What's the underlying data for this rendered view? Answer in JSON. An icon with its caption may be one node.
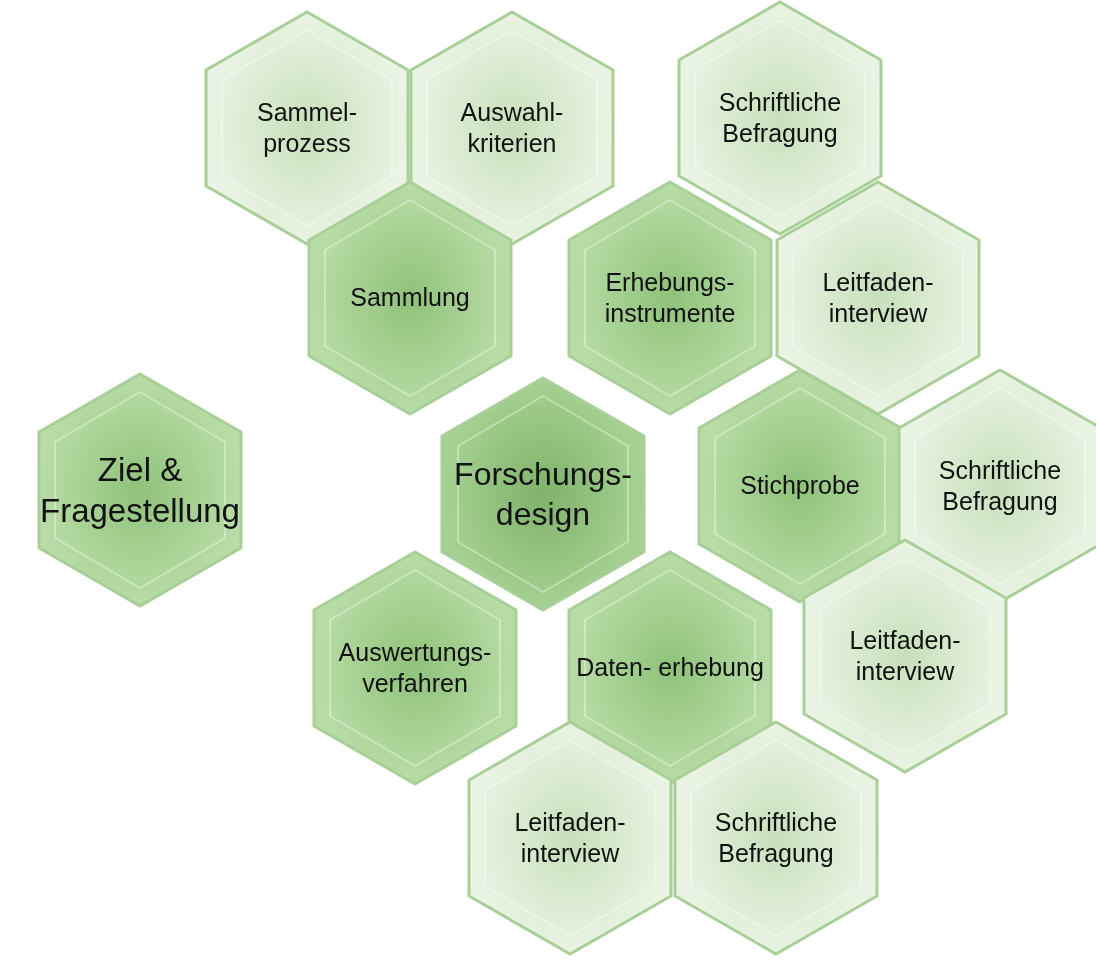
{
  "diagram": {
    "nodes": [
      {
        "text": [
          "Sammel- prozess"
        ]
      },
      {
        "text": [
          "Auswahl- kriterien"
        ]
      },
      {
        "text": [
          "Schriftliche Befragung"
        ]
      },
      {
        "text": [
          "Sammlung"
        ]
      },
      {
        "text": [
          "Erhebungs- instrumente"
        ]
      },
      {
        "text": [
          "Leitfaden- interview"
        ]
      },
      {
        "text": [
          "Ziel & Fragestellung"
        ]
      },
      {
        "text": [
          "Forschungs- design"
        ]
      },
      {
        "text": [
          "Stichprobe"
        ]
      },
      {
        "text": [
          "Schriftliche Befragung"
        ]
      },
      {
        "text": [
          "Leitfaden- interview"
        ]
      },
      {
        "text": [
          "Auswertungs- verfahren"
        ]
      },
      {
        "text": [
          "Daten- erhebung"
        ]
      },
      {
        "text": [
          "Leitfaden- interview"
        ]
      },
      {
        "text": [
          "Schriftliche Befragung"
        ]
      }
    ]
  }
}
